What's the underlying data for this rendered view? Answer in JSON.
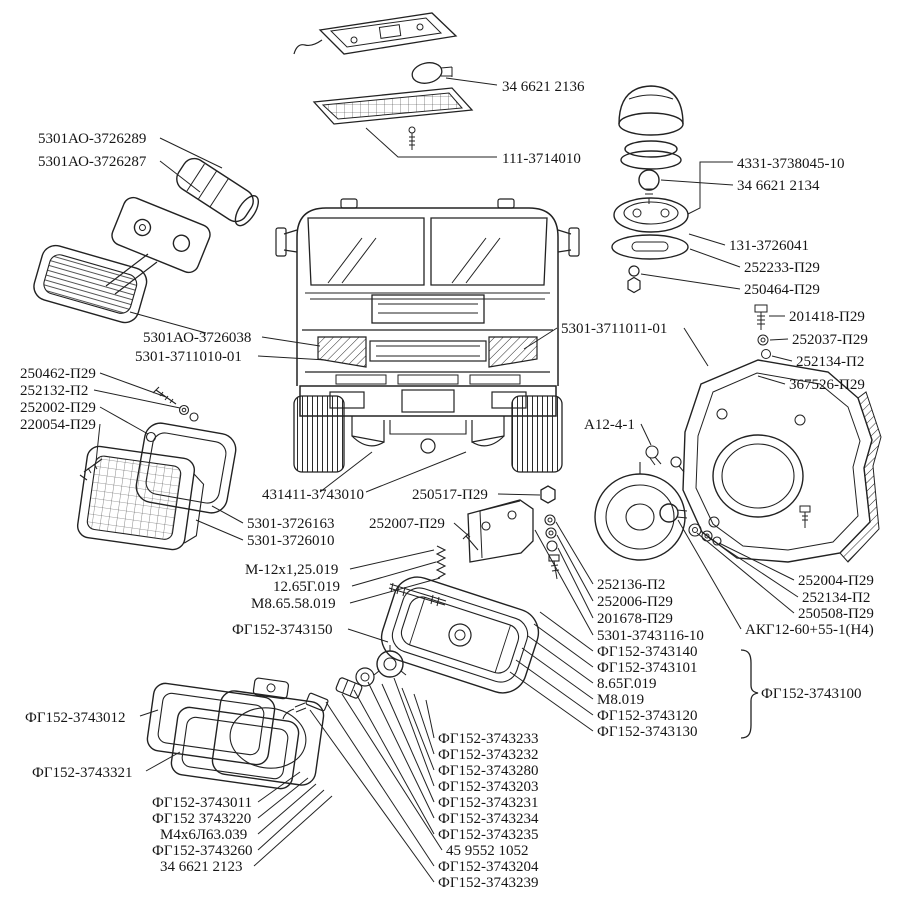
{
  "diagram": {
    "background_color": "#ffffff",
    "ink_color": "#1f1f1f"
  },
  "labels": [
    {
      "id": "34-6621-2136",
      "text": "34 6621 2136"
    },
    {
      "id": "111-3714010",
      "text": "111-3714010"
    },
    {
      "id": "5301ao-3726289",
      "text": "5301АО-3726289"
    },
    {
      "id": "5301ao-3726287",
      "text": "5301АО-3726287"
    },
    {
      "id": "4331-3738045-10",
      "text": "4331-3738045-10"
    },
    {
      "id": "34-6621-2134",
      "text": "34 6621 2134"
    },
    {
      "id": "131-3726041",
      "text": "131-3726041"
    },
    {
      "id": "252233-p29",
      "text": "252233-П29"
    },
    {
      "id": "250464-p29",
      "text": "250464-П29"
    },
    {
      "id": "5301ao-3726038",
      "text": "5301АО-3726038"
    },
    {
      "id": "5301-3711010-01",
      "text": "5301-3711010-01"
    },
    {
      "id": "5301-3711011-01",
      "text": "5301-3711011-01"
    },
    {
      "id": "201418-p29",
      "text": "201418-П29"
    },
    {
      "id": "252037-p29",
      "text": "252037-П29"
    },
    {
      "id": "252134-p2-upper",
      "text": "252134-П2"
    },
    {
      "id": "367526-p29",
      "text": "367526-П29"
    },
    {
      "id": "250462-p29",
      "text": "250462-П29"
    },
    {
      "id": "252132-p2",
      "text": "252132-П2"
    },
    {
      "id": "252002-p29",
      "text": "252002-П29"
    },
    {
      "id": "220054-p29",
      "text": "220054-П29"
    },
    {
      "id": "a12-4-1",
      "text": "А12-4-1"
    },
    {
      "id": "431411-3743010",
      "text": "431411-3743010"
    },
    {
      "id": "250517-p29",
      "text": "250517-П29"
    },
    {
      "id": "5301-3726163",
      "text": "5301-3726163"
    },
    {
      "id": "5301-3726010",
      "text": "5301-3726010"
    },
    {
      "id": "252007-p29",
      "text": "252007-П29"
    },
    {
      "id": "m-12x1-25-019",
      "text": "М-12х1,25.019"
    },
    {
      "id": "12-65g-019",
      "text": "12.65Г.019"
    },
    {
      "id": "m8-65-58-019",
      "text": "М8.65.58.019"
    },
    {
      "id": "fg152-3743150",
      "text": "ФГ152-3743150"
    },
    {
      "id": "252136-p2",
      "text": "252136-П2"
    },
    {
      "id": "252006-p29",
      "text": "252006-П29"
    },
    {
      "id": "201678-p29",
      "text": "201678-П29"
    },
    {
      "id": "5301-3743116-10",
      "text": "5301-3743116-10"
    },
    {
      "id": "252004-p29",
      "text": "252004-П29"
    },
    {
      "id": "252134-p2-lower",
      "text": "252134-П2"
    },
    {
      "id": "250508-p29",
      "text": "250508-П29"
    },
    {
      "id": "akg12-60-55-1-h4",
      "text": "АКГ12-60+55-1(Н4)"
    },
    {
      "id": "fg152-3743140",
      "text": "ФГ152-3743140"
    },
    {
      "id": "fg152-3743101",
      "text": "ФГ152-3743101"
    },
    {
      "id": "8-65g-019",
      "text": "8.65Г.019"
    },
    {
      "id": "m8-019",
      "text": "М8.019"
    },
    {
      "id": "fg152-3743120",
      "text": "ФГ152-3743120"
    },
    {
      "id": "fg152-3743130",
      "text": "ФГ152-3743130"
    },
    {
      "id": "fg152-3743100",
      "text": "ФГ152-3743100"
    },
    {
      "id": "fg152-3743012",
      "text": "ФГ152-3743012"
    },
    {
      "id": "fg152-3743321",
      "text": "ФГ152-3743321"
    },
    {
      "id": "fg152-3743011",
      "text": "ФГ152-3743011"
    },
    {
      "id": "fg152-3743220",
      "text": "ФГ152 3743220"
    },
    {
      "id": "m4x6l63-039",
      "text": "М4х6Л63.039"
    },
    {
      "id": "fg152-3743260",
      "text": "ФГ152-3743260"
    },
    {
      "id": "34-6621-2123",
      "text": "34 6621 2123"
    },
    {
      "id": "fg152-3743233",
      "text": "ФГ152-3743233"
    },
    {
      "id": "fg152-3743232",
      "text": "ФГ152-3743232"
    },
    {
      "id": "fg152-3743280",
      "text": "ФГ152-3743280"
    },
    {
      "id": "fg152-3743203",
      "text": "ФГ152-3743203"
    },
    {
      "id": "fg152-3743231",
      "text": "ФГ152-3743231"
    },
    {
      "id": "fg152-3743234",
      "text": "ФГ152-3743234"
    },
    {
      "id": "fg152-3743235",
      "text": "ФГ152-3743235"
    },
    {
      "id": "45-9552-1052",
      "text": "45 9552 1052"
    },
    {
      "id": "fg152-3743204",
      "text": "ФГ152-3743204"
    },
    {
      "id": "fg152-3743239",
      "text": "ФГ152-3743239"
    }
  ]
}
